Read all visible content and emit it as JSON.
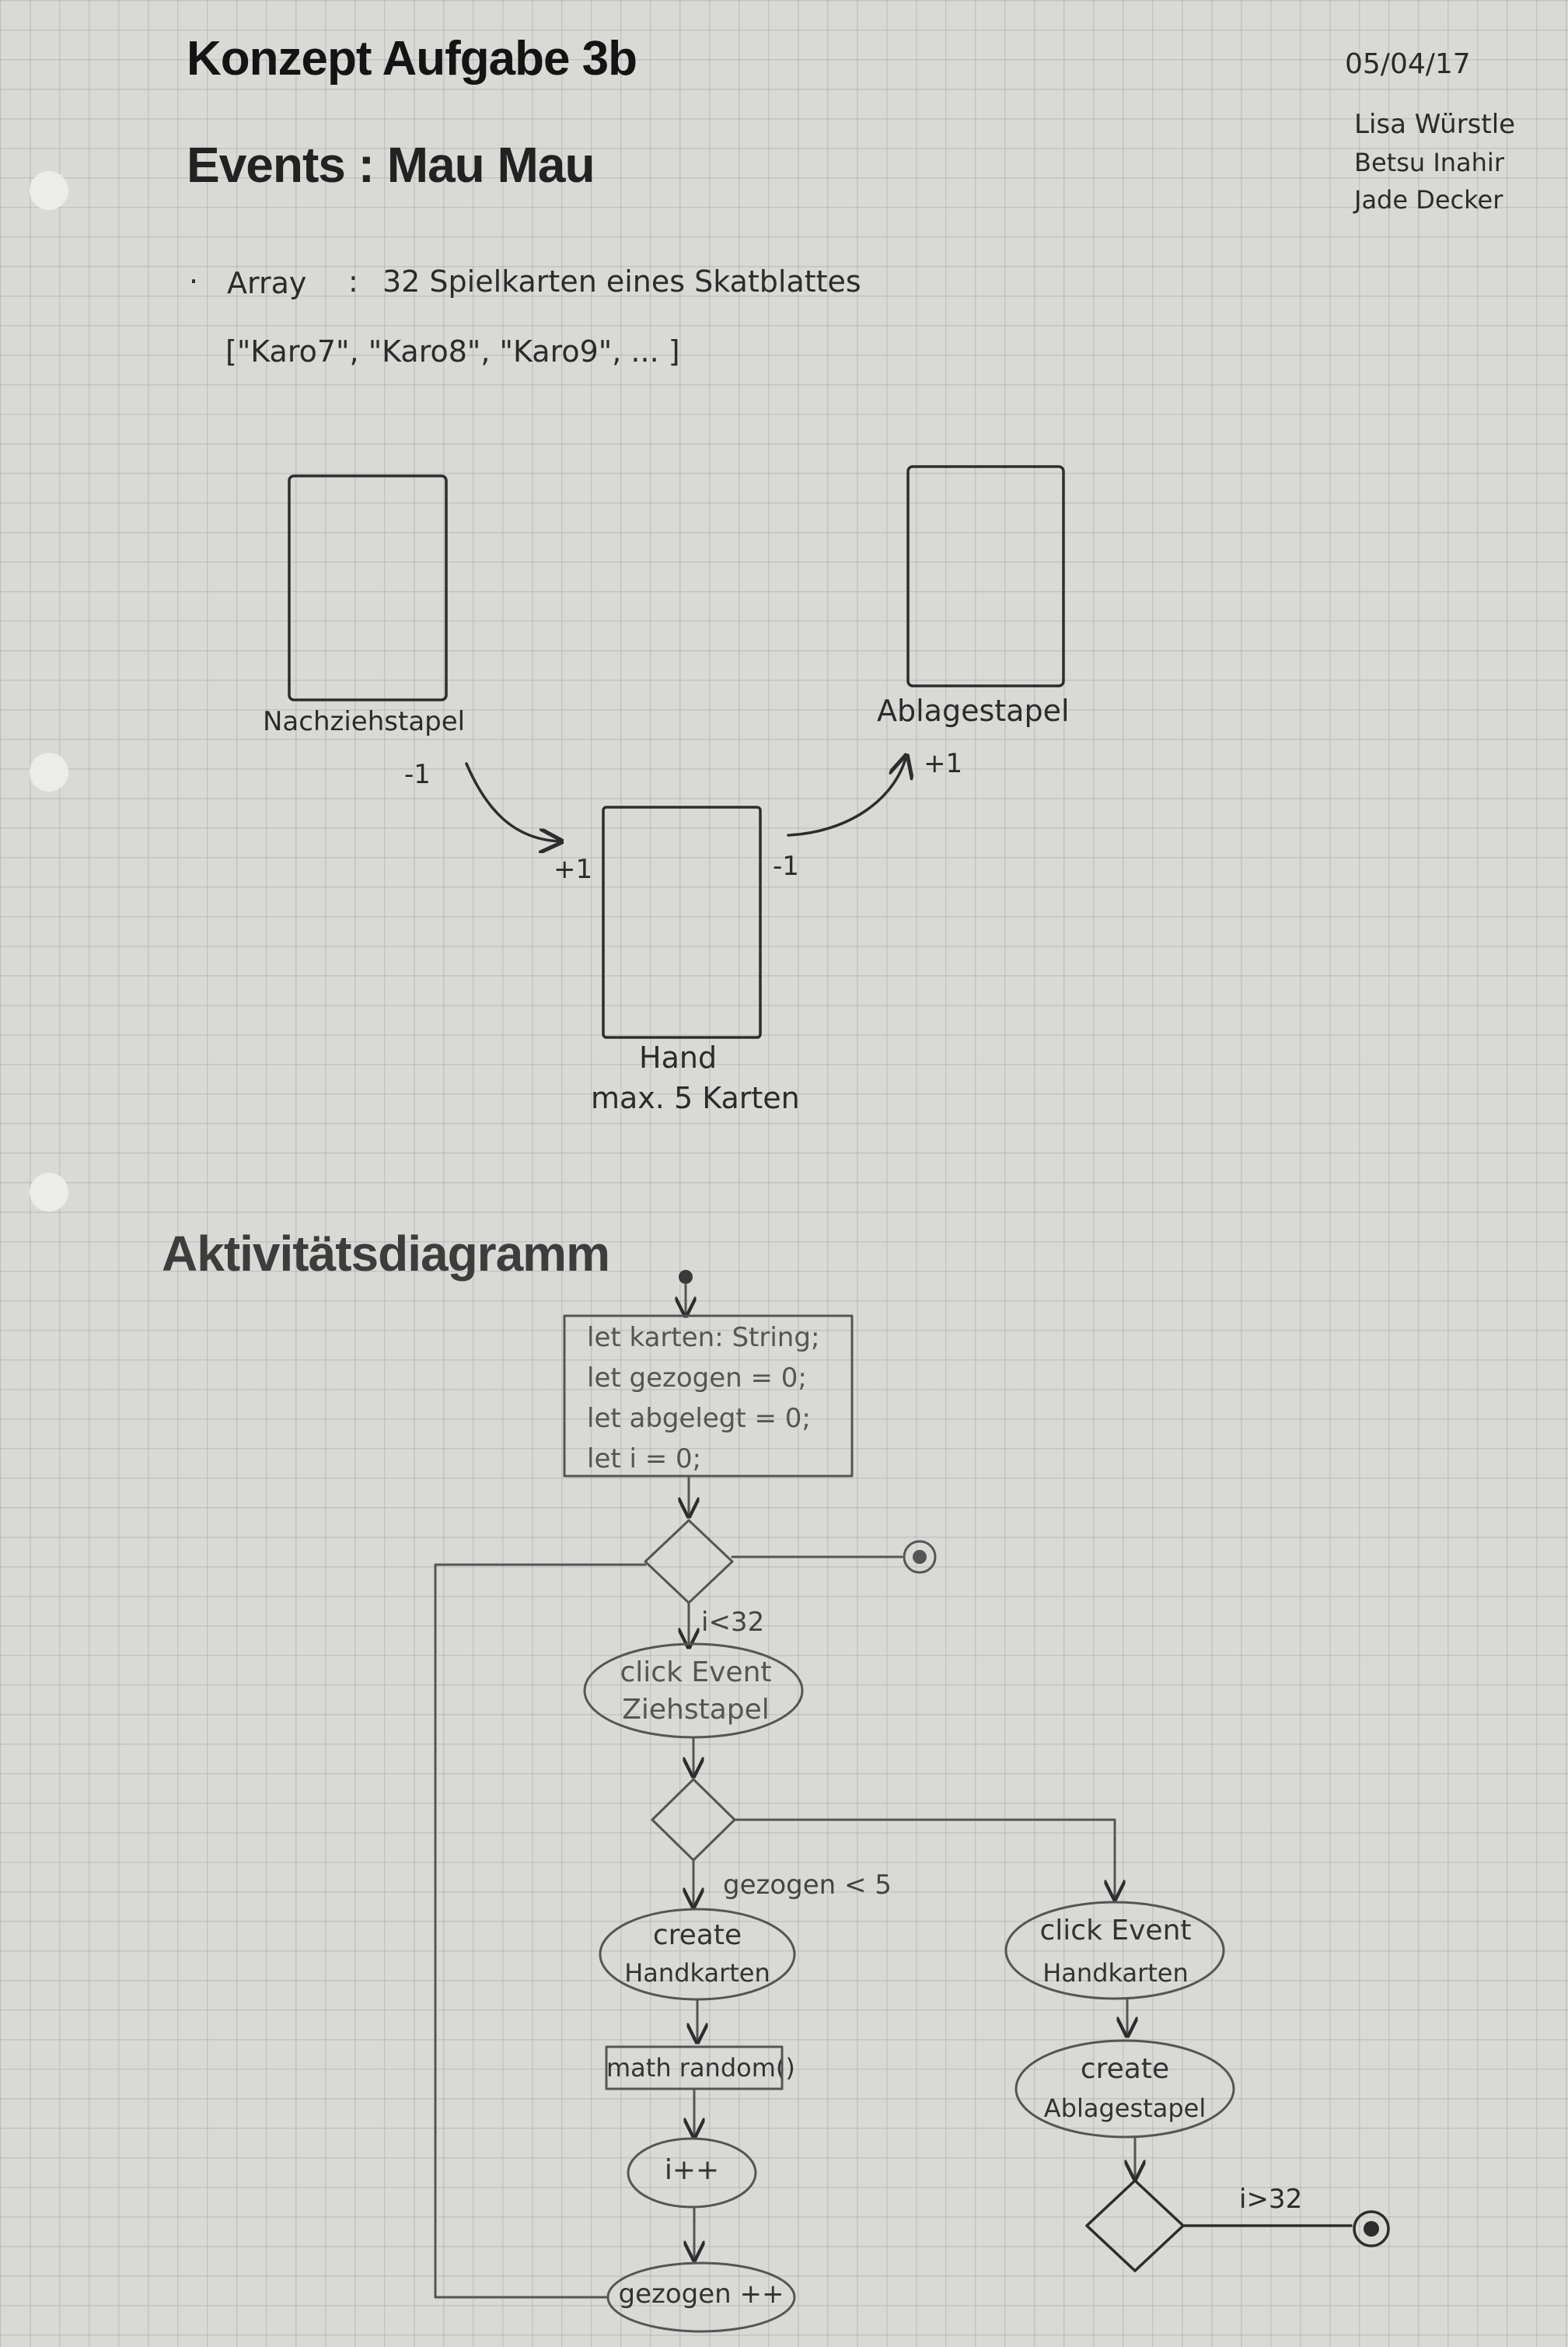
{
  "header": {
    "title_line1": "Konzept Aufgabe 3b",
    "title_line2": "Events : Mau Mau",
    "date": "05/04/17",
    "authors": [
      "Lisa Würstle",
      "Betsu Inahir",
      "Jade Decker"
    ]
  },
  "intro": {
    "bullet_label": "Array",
    "bullet_text": "32 Spielkarten eines Skatblattes",
    "array_example": "[\"Karo7\", \"Karo8\", \"Karo9\", ... ]"
  },
  "cards": {
    "draw_pile": "Nachziehstapel",
    "draw_pile_delta": "-1",
    "discard_pile": "Ablagestapel",
    "discard_pile_delta": "+1",
    "hand_in": "+1",
    "hand_out": "-1",
    "hand": "Hand",
    "hand_max": "max. 5 Karten"
  },
  "activity": {
    "heading": "Aktivitätsdiagramm",
    "init_lines": [
      "let karten: String;",
      "let gezogen = 0;",
      "let abgelegt = 0;",
      "let i = 0;"
    ],
    "guard_loop": "i<32",
    "click_draw": [
      "click Event",
      "Ziehstapel"
    ],
    "guard_drawn": "gezogen < 5",
    "create_hand": [
      "create",
      "Handkarten"
    ],
    "math_random": "math random()",
    "increment": "i++",
    "drawn_inc": "gezogen ++",
    "click_hand": [
      "click Event",
      "Handkarten"
    ],
    "create_discard": [
      "create",
      "Ablagestapel"
    ],
    "guard_end": "i>32"
  }
}
